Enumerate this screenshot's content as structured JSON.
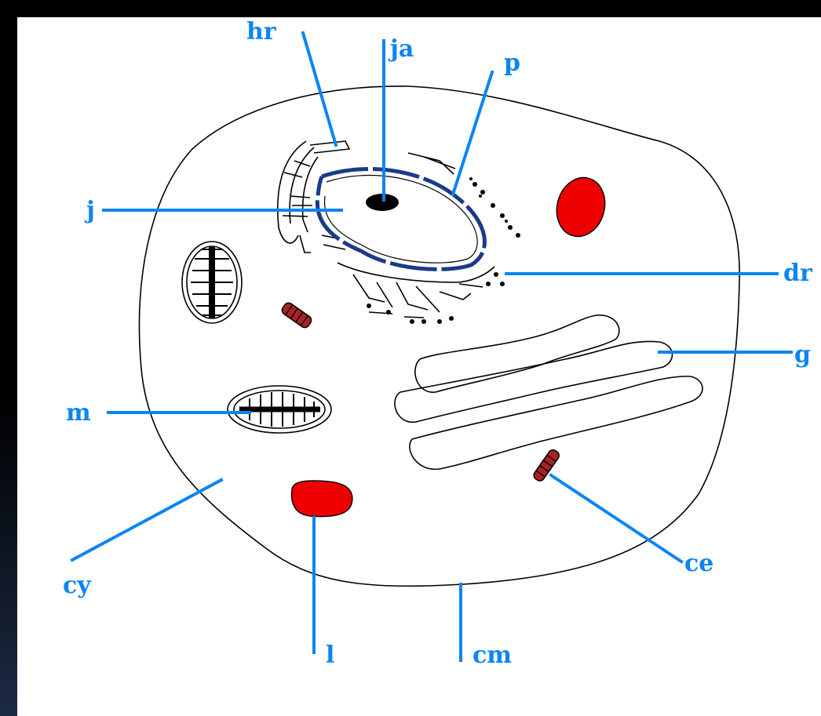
{
  "diagram": {
    "labels": {
      "hr": "hr",
      "ja": "ja",
      "p": "p",
      "j": "j",
      "dr": "dr",
      "g": "g",
      "m": "m",
      "cy": "cy",
      "ce": "ce",
      "l": "l",
      "cm": "cm"
    },
    "colors": {
      "background": "#000000",
      "canvas": "#ffffff",
      "leader": "#0b85f2",
      "lysosome": "#ee0000",
      "centriole": "#aa2222",
      "nucleus_outline": "#1a3a8a"
    }
  }
}
